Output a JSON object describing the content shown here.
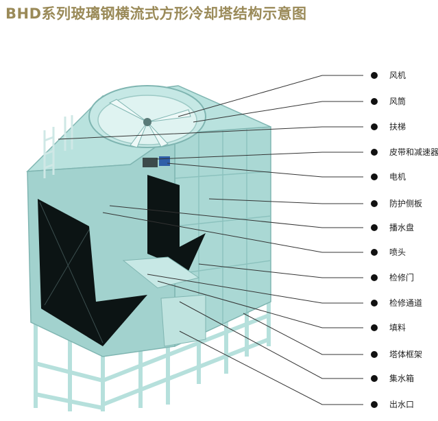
{
  "title": "BHD系列玻璃钢横流式方形冷却塔结构示意图",
  "components": [
    {
      "label": "风机"
    },
    {
      "label": "风筒"
    },
    {
      "label": "扶梯"
    },
    {
      "label": "皮带和减速器"
    },
    {
      "label": "电机"
    },
    {
      "label": "防护侧板"
    },
    {
      "label": "播水盘"
    },
    {
      "label": "喷头"
    },
    {
      "label": "检修门"
    },
    {
      "label": "检修通道"
    },
    {
      "label": "填料"
    },
    {
      "label": "塔体框架"
    },
    {
      "label": "集水箱"
    },
    {
      "label": "出水口"
    }
  ],
  "colors": {
    "title": "#9a8a58",
    "tower_body": "#aad8d4",
    "tower_dark": "#8cc2be",
    "louver": "#0c1414",
    "frame": "#b6e0dc",
    "leader": "#333333",
    "motor": "#2f5fa8"
  }
}
